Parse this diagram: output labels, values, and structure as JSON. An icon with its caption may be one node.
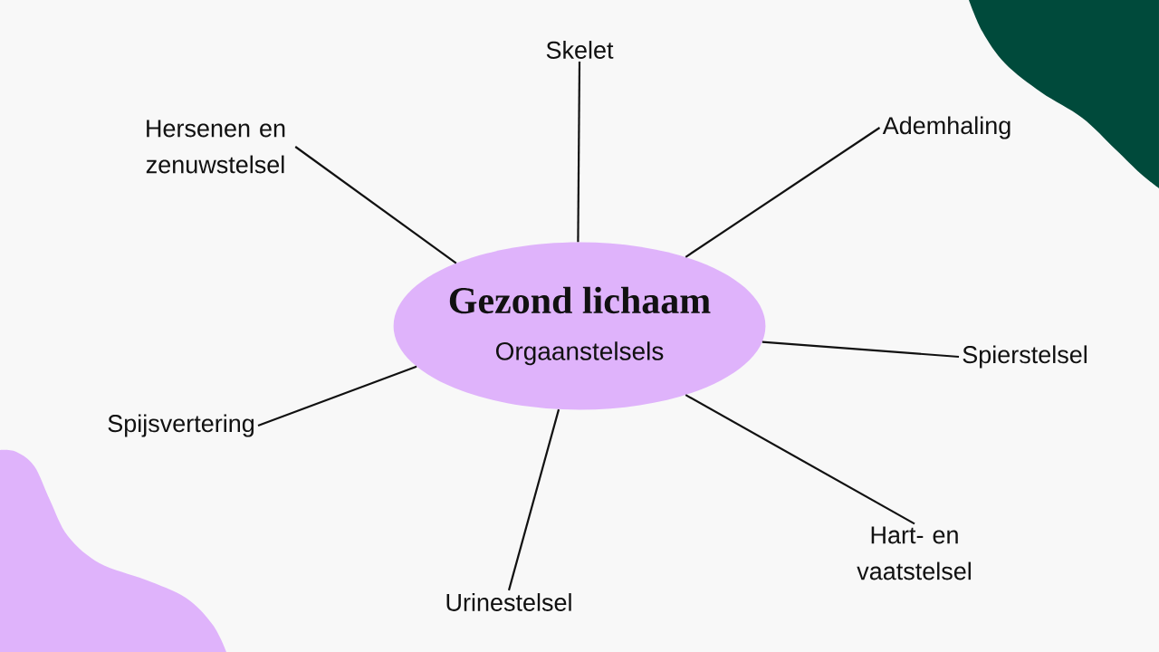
{
  "diagram": {
    "nodes": [
      {
        "text": [
          "Gezond lichaam",
          "Orgaanstelsels"
        ]
      },
      {
        "text": [
          "Skelet"
        ]
      },
      {
        "text": [
          "Hersenen en zenuwstelsel"
        ]
      },
      {
        "text": [
          "Ademhaling"
        ]
      },
      {
        "text": [
          "Spierstelsel"
        ]
      },
      {
        "text": [
          "Spijsvertering"
        ]
      },
      {
        "text": [
          "Urinestelsel"
        ]
      },
      {
        "text": [
          "Hart- en vaatstelsel"
        ]
      }
    ],
    "edges": [
      {
        "from": 0,
        "to": 1,
        "arrow": "none"
      },
      {
        "from": 0,
        "to": 2,
        "arrow": "none"
      },
      {
        "from": 0,
        "to": 3,
        "arrow": "none"
      },
      {
        "from": 0,
        "to": 4,
        "arrow": "none"
      },
      {
        "from": 0,
        "to": 5,
        "arrow": "none"
      },
      {
        "from": 0,
        "to": 6,
        "arrow": "none"
      },
      {
        "from": 0,
        "to": 7,
        "arrow": "none"
      }
    ]
  }
}
